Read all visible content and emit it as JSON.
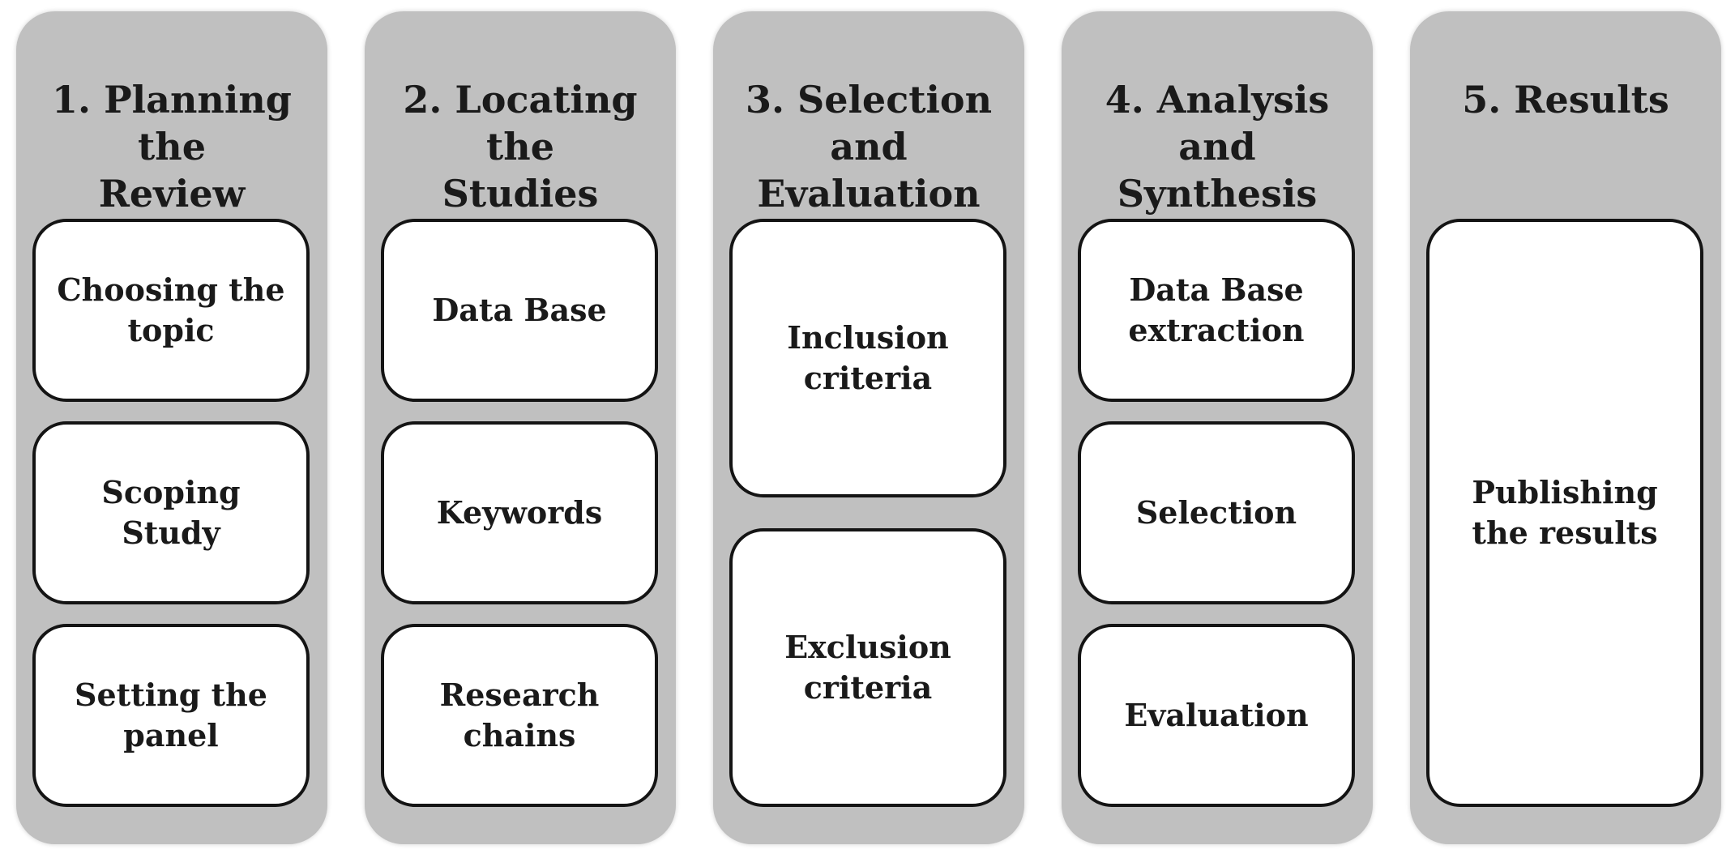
{
  "columns": [
    {
      "title": "1. Planning the\nReview",
      "items": [
        "Choosing the\ntopic",
        "Scoping\nStudy",
        "Setting the\npanel"
      ]
    },
    {
      "title": "2. Locating the\nStudies",
      "items": [
        "Data Base",
        "Keywords",
        "Research\nchains"
      ]
    },
    {
      "title": "3. Selection\nand Evaluation",
      "items": [
        "Inclusion\ncriteria",
        "Exclusion\ncriteria"
      ]
    },
    {
      "title": "4. Analysis and\nSynthesis",
      "items": [
        "Data Base\nextraction",
        "Selection",
        "Evaluation"
      ]
    },
    {
      "title": "5. Results",
      "items": [
        "Publishing\nthe results"
      ]
    }
  ]
}
